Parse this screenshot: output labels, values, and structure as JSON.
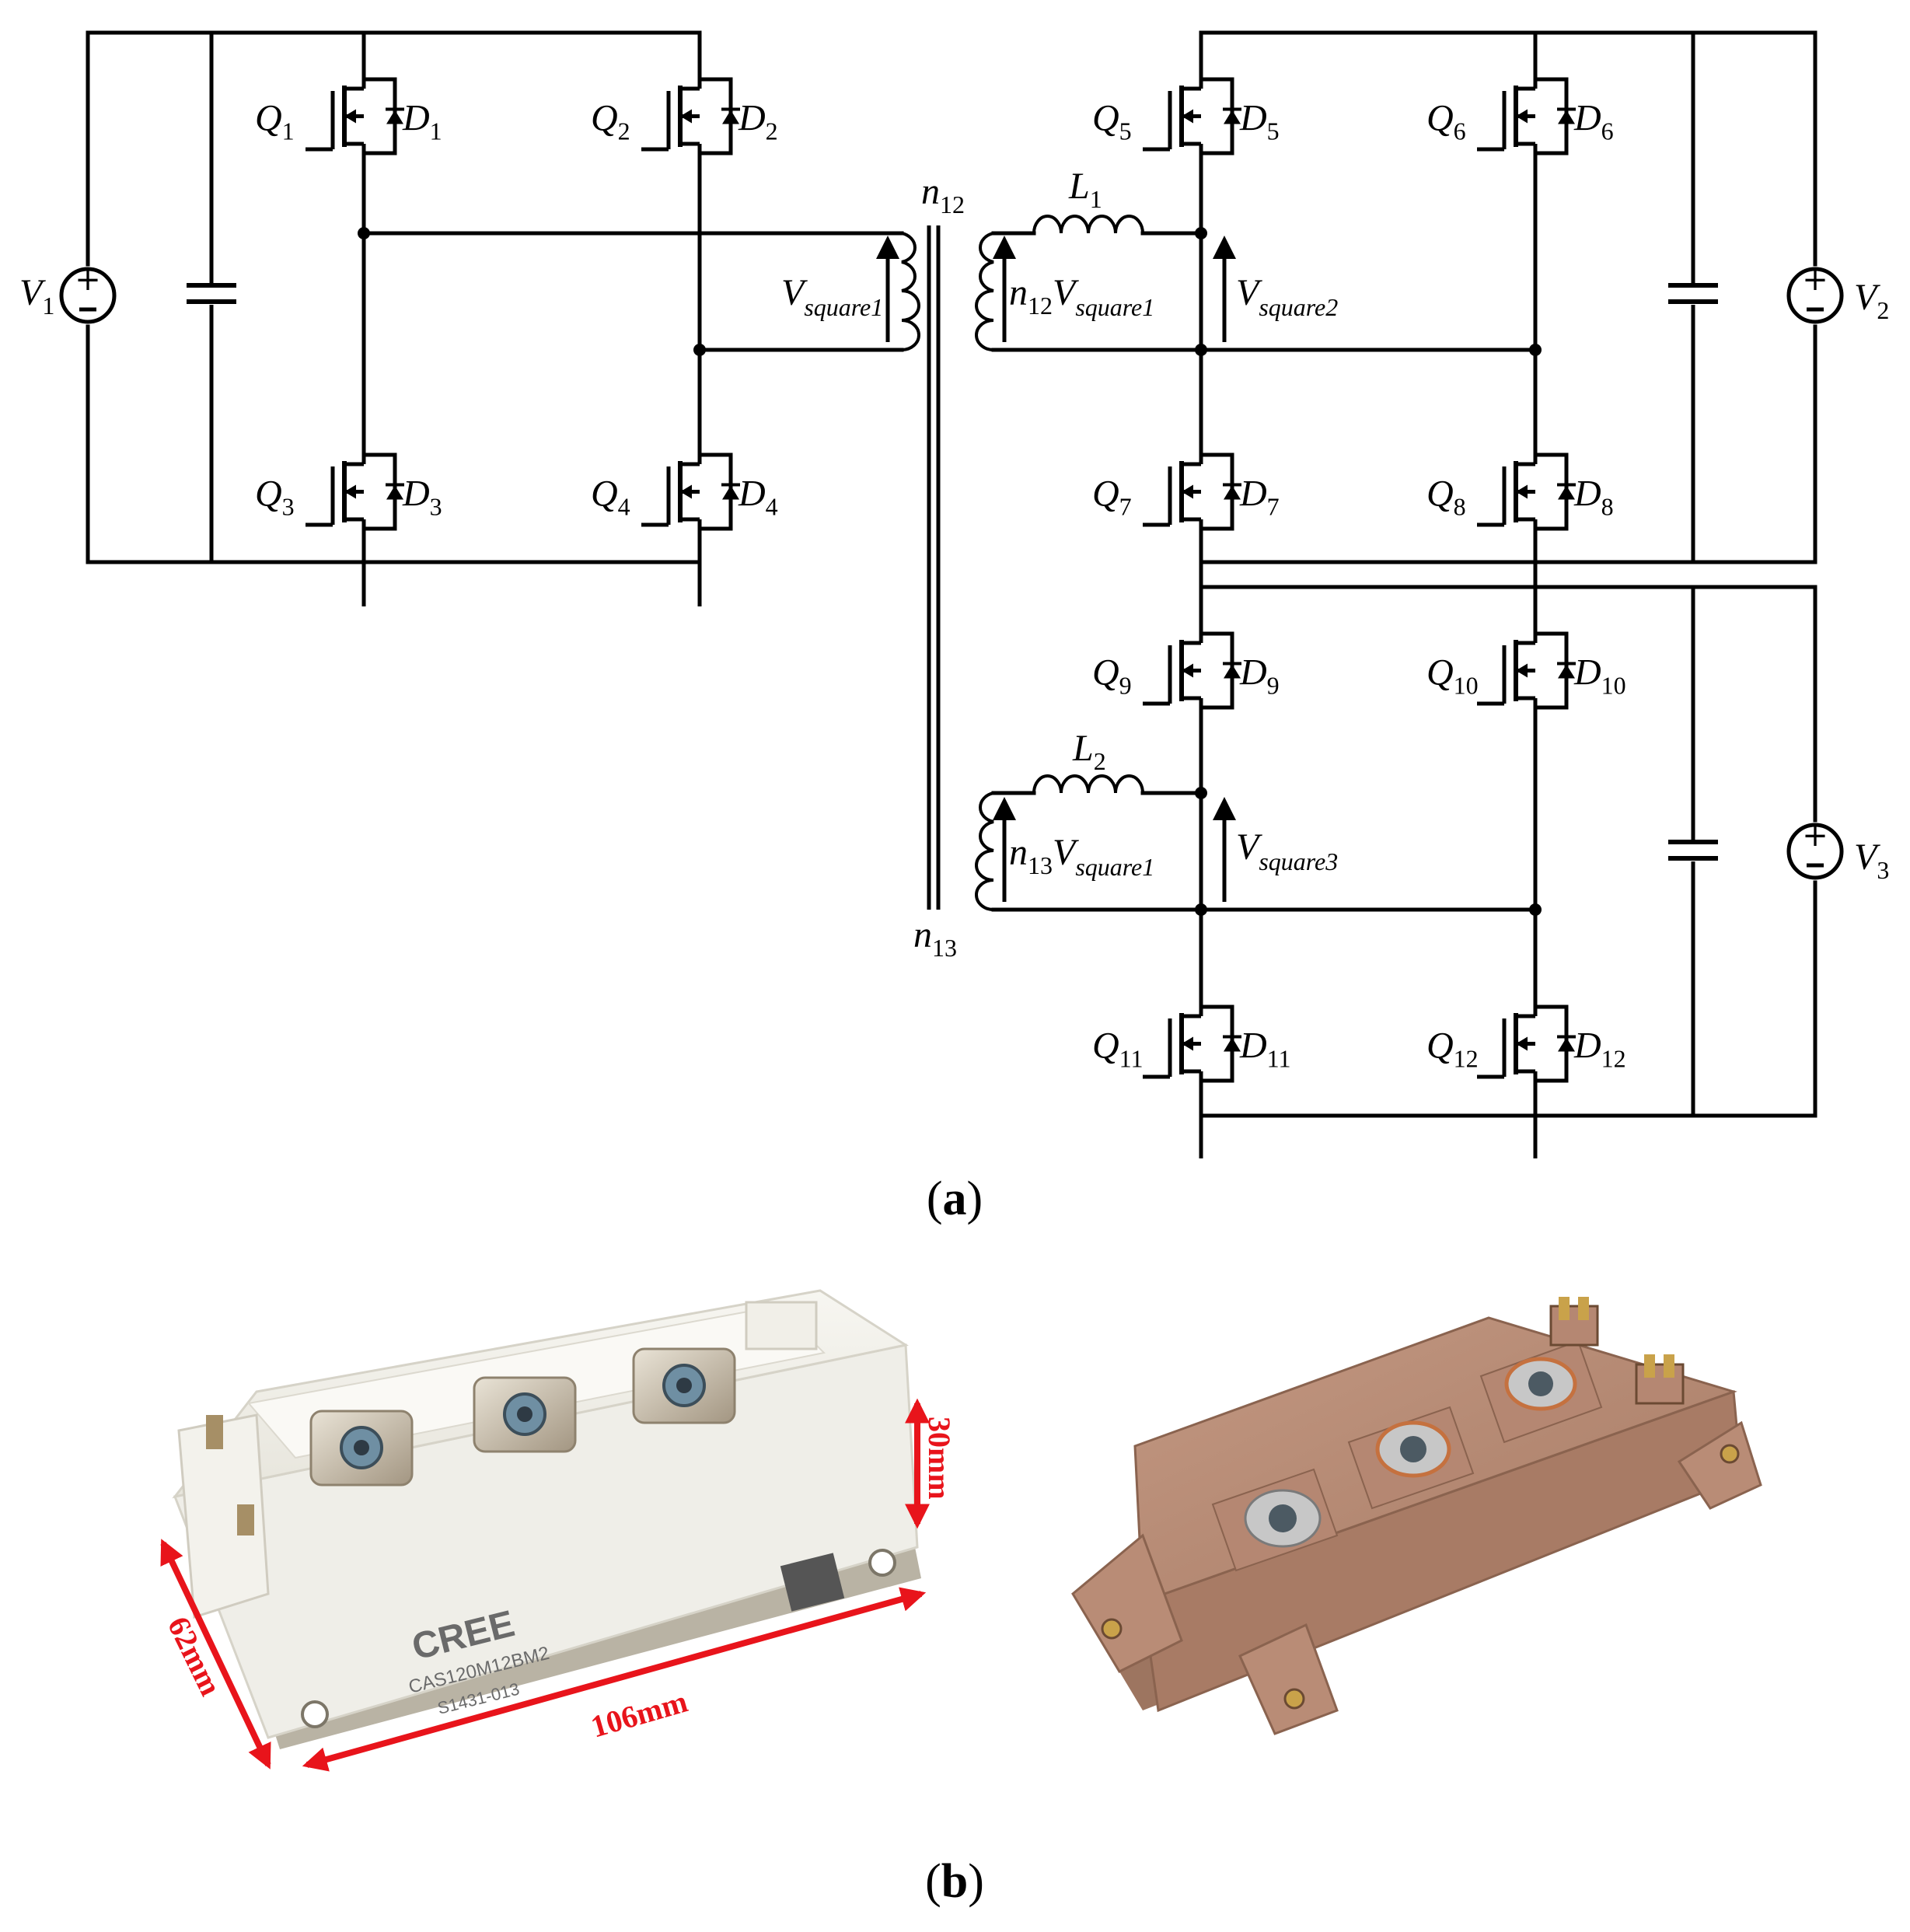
{
  "caption_a": {
    "open": "(",
    "letter": "a",
    "close": ")"
  },
  "caption_b": {
    "open": "(",
    "letter": "b",
    "close": ")"
  },
  "sources": [
    {
      "sym": "V",
      "sub": "1"
    },
    {
      "sym": "V",
      "sub": "2"
    },
    {
      "sym": "V",
      "sub": "3"
    }
  ],
  "switches": [
    {
      "q": "1",
      "d": "1"
    },
    {
      "q": "2",
      "d": "2"
    },
    {
      "q": "3",
      "d": "3"
    },
    {
      "q": "4",
      "d": "4"
    },
    {
      "q": "5",
      "d": "5"
    },
    {
      "q": "6",
      "d": "6"
    },
    {
      "q": "7",
      "d": "7"
    },
    {
      "q": "8",
      "d": "8"
    },
    {
      "q": "9",
      "d": "9"
    },
    {
      "q": "10",
      "d": "10"
    },
    {
      "q": "11",
      "d": "11"
    },
    {
      "q": "12",
      "d": "12"
    }
  ],
  "inductors": [
    {
      "sym": "L",
      "sub": "1"
    },
    {
      "sym": "L",
      "sub": "2"
    }
  ],
  "turns": [
    {
      "sym": "n",
      "sub": "12"
    },
    {
      "sym": "n",
      "sub": "13"
    }
  ],
  "voltages": {
    "vsq1": {
      "sym": "V",
      "sub": "square1"
    },
    "n12vsq1": {
      "pre": "n",
      "presub": "12",
      "sym": "V",
      "sub": "square1"
    },
    "vsq2": {
      "sym": "V",
      "sub": "square2"
    },
    "n13vsq1": {
      "pre": "n",
      "presub": "13",
      "sym": "V",
      "sub": "square1"
    },
    "vsq3": {
      "sym": "V",
      "sub": "square3"
    }
  },
  "module_white": {
    "brand": "CREE",
    "part": "CAS120M12BM2",
    "lot": "S1431-013",
    "dim_length": "106mm",
    "dim_width": "62mm",
    "dim_height": "30mm"
  },
  "colors": {
    "dimension_arrow": "#e8141b",
    "white_module": "#f1f0ea",
    "brown_module": "#b88a74"
  }
}
